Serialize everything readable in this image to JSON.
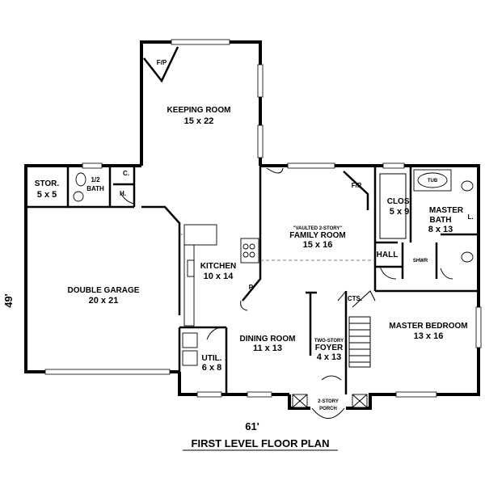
{
  "title": "FIRST LEVEL FLOOR PLAN",
  "width_dim": "61'",
  "depth_dim": "49'",
  "rooms": {
    "keeping": {
      "name": "KEEPING ROOM",
      "dim": "15 x 22"
    },
    "fp_keeping": {
      "name": "F/P"
    },
    "stor": {
      "name": "STOR.",
      "dim": "5 x 5"
    },
    "half_bath": {
      "name": "1/2",
      "name2": "BATH"
    },
    "closet_c": {
      "name": "C."
    },
    "closet_h": {
      "name": "H."
    },
    "garage": {
      "name": "DOUBLE GARAGE",
      "dim": "20 x 21"
    },
    "kitchen": {
      "name": "KITCHEN",
      "dim": "10 x 14"
    },
    "pantry": {
      "name": "P."
    },
    "family": {
      "name_top": "\"VAULTED 2-STORY\"",
      "name": "FAMILY ROOM",
      "dim": "15 x 16"
    },
    "fp_family": {
      "name": "F/P"
    },
    "clos": {
      "name": "CLOS.",
      "dim": "5 x 9"
    },
    "tub": {
      "name": "TUB"
    },
    "master_bath": {
      "name": "MASTER",
      "name2": "BATH",
      "dim": "8 x 13"
    },
    "linen": {
      "name": "L."
    },
    "hall": {
      "name": "HALL"
    },
    "shower": {
      "name": "SHWR"
    },
    "master_bed": {
      "name": "MASTER BEDROOM",
      "dim": "13 x 16"
    },
    "cts": {
      "name": "CTS."
    },
    "dining": {
      "name": "DINING ROOM",
      "dim": "11 x 13"
    },
    "foyer": {
      "name_top": "TWO-STORY",
      "name": "FOYER",
      "dim": "4 x 13"
    },
    "util": {
      "name": "UTIL.",
      "dim": "6 x 8"
    },
    "porch": {
      "name_top": "2-STORY",
      "name": "PORCH"
    }
  }
}
